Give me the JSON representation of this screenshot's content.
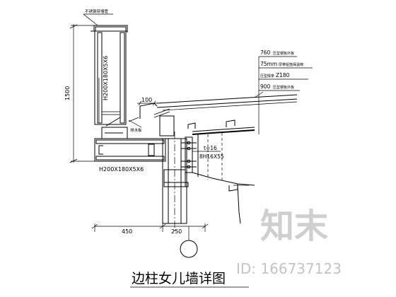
{
  "drawing": {
    "title": "边柱女儿墙详图",
    "top_note": "不锈钢穿墙管",
    "dims": {
      "height_1500": "1500",
      "d_100": "100",
      "d_450": "450",
      "d_250": "250"
    },
    "sections": {
      "vertical": "H200X180X5X6",
      "horizontal": "H200X180X5X6"
    },
    "plate": {
      "thickness": "t=16",
      "bolts": "8H16X55"
    },
    "small_label": "排水板",
    "legend": [
      {
        "value": "760",
        "note": "压型钢板外板"
      },
      {
        "value": "75mm",
        "note": "厚带铝箔保温棉"
      },
      {
        "value": "",
        "note": "压型檩条Z180"
      },
      {
        "value": "900",
        "note": "压型钢板外板"
      }
    ],
    "legend_3_prefix": "压型檩条",
    "legend_3_code": "Z180"
  },
  "watermark": {
    "brand": "知末",
    "id_text": "ID: 166737123"
  }
}
